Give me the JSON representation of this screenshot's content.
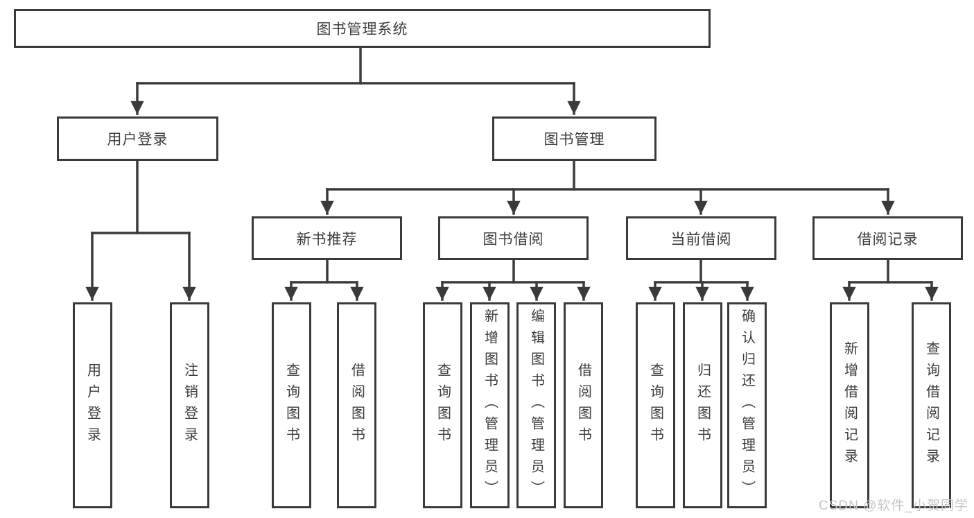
{
  "tree": {
    "root": {
      "label": "图书管理系统"
    },
    "branches": [
      {
        "label": "用户登录",
        "children": [
          {
            "label": "用户登录"
          },
          {
            "label": "注销登录"
          }
        ]
      },
      {
        "label": "图书管理",
        "children": [
          {
            "label": "新书推荐",
            "children": [
              {
                "label": "查询图书"
              },
              {
                "label": "借阅图书"
              }
            ]
          },
          {
            "label": "图书借阅",
            "children": [
              {
                "label": "查询图书"
              },
              {
                "label": "新增图书（管理员）"
              },
              {
                "label": "编辑图书（管理员）"
              },
              {
                "label": "借阅图书"
              }
            ]
          },
          {
            "label": "当前借阅",
            "children": [
              {
                "label": "查询图书"
              },
              {
                "label": "归还图书"
              },
              {
                "label": "确认归还（管理员）"
              }
            ]
          },
          {
            "label": "借阅记录",
            "children": [
              {
                "label": "新增借阅记录"
              },
              {
                "label": "查询借阅记录"
              }
            ]
          }
        ]
      }
    ]
  },
  "watermark": "CSDN @软件_小贺同学",
  "colors": {
    "line": "#3a3a3a",
    "text": "#3d3d3d",
    "watermark": "#c6c6c6",
    "background": "#ffffff"
  }
}
